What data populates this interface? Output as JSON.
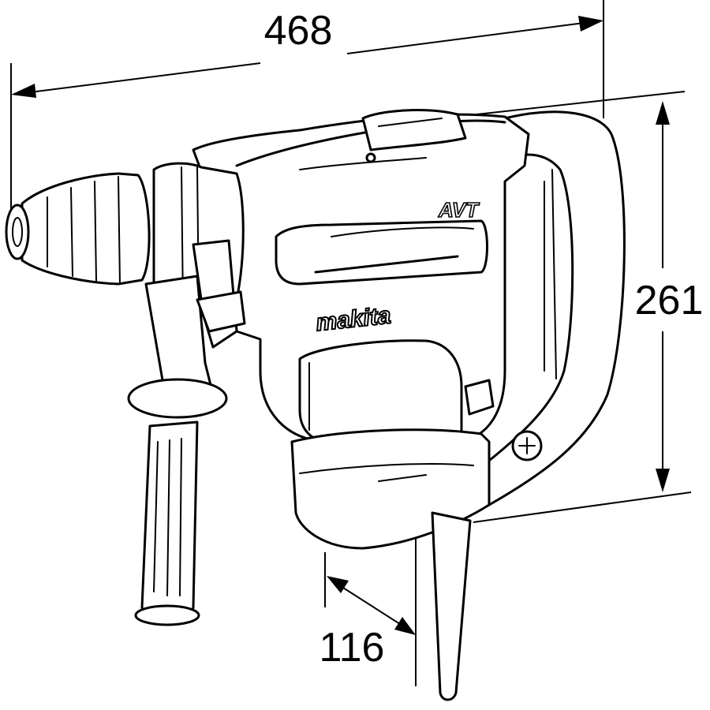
{
  "dimensions": {
    "length": "468",
    "height": "261",
    "depth": "116"
  },
  "brand": {
    "logo_text": "makita",
    "model_badge": "AVT"
  }
}
